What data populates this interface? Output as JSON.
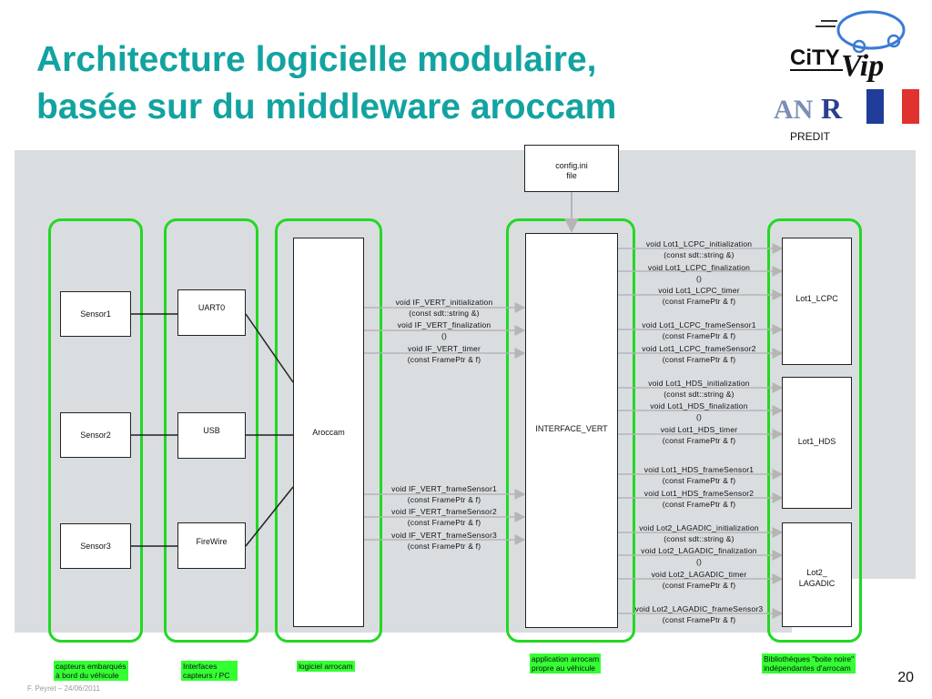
{
  "title": {
    "line1": "Architecture logicielle modulaire,",
    "line2": "basée sur du middleware aroccam"
  },
  "logos": {
    "city_vip": "CiTY Vip",
    "anr": "ANR",
    "predit": "PREDIT"
  },
  "config": {
    "line1": "config.ini",
    "line2": "file"
  },
  "sensors": [
    "Sensor1",
    "Sensor2",
    "Sensor3"
  ],
  "interfaces": [
    "UART0",
    "USB",
    "FireWire"
  ],
  "aroccam": "Aroccam",
  "interface_vert": "INTERFACE_VERT",
  "libraries": {
    "lcpc": "Lot1_LCPC",
    "hds": "Lot1_HDS",
    "lagadic_1": "Lot2_",
    "lagadic_2": "LAGADIC"
  },
  "left_calls": [
    {
      "l1": "void IF_VERT_initialization",
      "l2": "(const sdt::string &)"
    },
    {
      "l1": "void IF_VERT_finalization",
      "l2": "()"
    },
    {
      "l1": "void IF_VERT_timer",
      "l2": "(const FramePtr & f)"
    },
    {
      "l1": "void IF_VERT_frameSensor1",
      "l2": "(const FramePtr & f)"
    },
    {
      "l1": "void IF_VERT_frameSensor2",
      "l2": "(const FramePtr & f)"
    },
    {
      "l1": "void IF_VERT_frameSensor3",
      "l2": "(const FramePtr & f)"
    }
  ],
  "right_calls": [
    {
      "l1": "void Lot1_LCPC_initialization",
      "l2": "(const sdt::string &)"
    },
    {
      "l1": "void Lot1_LCPC_finalization",
      "l2": "()"
    },
    {
      "l1": "void Lot1_LCPC_timer",
      "l2": "(const FramePtr & f)"
    },
    {
      "l1": "void Lot1_LCPC_frameSensor1",
      "l2": "(const FramePtr & f)"
    },
    {
      "l1": "void Lot1_LCPC_frameSensor2",
      "l2": "(const FramePtr & f)"
    },
    {
      "l1": "void Lot1_HDS_initialization",
      "l2": "(const sdt::string &)"
    },
    {
      "l1": "void Lot1_HDS_finalization",
      "l2": "()"
    },
    {
      "l1": "void Lot1_HDS_timer",
      "l2": "(const FramePtr & f)"
    },
    {
      "l1": "void Lot1_HDS_frameSensor1",
      "l2": "(const FramePtr & f)"
    },
    {
      "l1": "void Lot1_HDS_frameSensor2",
      "l2": "(const FramePtr & f)"
    },
    {
      "l1": "void Lot2_LAGADIC_initialization",
      "l2": "(const sdt::string &)"
    },
    {
      "l1": "void Lot2_LAGADIC_finalization",
      "l2": "()"
    },
    {
      "l1": "void Lot2_LAGADIC_timer",
      "l2": "(const FramePtr & f)"
    },
    {
      "l1": "void Lot2_LAGADIC_frameSensor3",
      "l2": "(const FramePtr & f)"
    }
  ],
  "captions": {
    "sensors_1": "capteurs embarqués",
    "sensors_2": "à bord du véhicule",
    "interfaces_1": "Interfaces",
    "interfaces_2": "capteurs / PC",
    "aroccam": "logiciel arrocam",
    "app_1": "application arrocam",
    "app_2": "propre au véhicule",
    "libs_1": "Bibliothèques \"boite noire\"",
    "libs_2": "indépendantes d'arrocam"
  },
  "page_number": "20",
  "footer": "F. Peyret – 24/06/2011",
  "colors": {
    "title": "#12a3a1",
    "column_border": "#22d822",
    "caption_bg": "#33ff33",
    "panel": "#d9dde0"
  }
}
